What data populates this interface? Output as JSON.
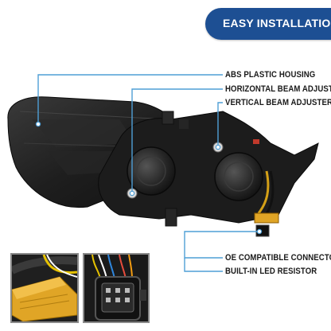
{
  "banner": {
    "title": "EASY INSTALLATION",
    "color": "#1d4f93"
  },
  "callouts": {
    "housing": "ABS PLASTIC HOUSING",
    "horizontal_adjuster": "HORIZONTAL BEAM ADJUSTER",
    "vertical_adjuster": "VERTICAL BEAM ADJUSTER",
    "connector": "OE COMPATIBLE CONNECTOR",
    "resistor": "BUILT-IN LED RESISTOR"
  },
  "colors": {
    "callout_line": "#4f9fd6",
    "callout_dot": "#ffffff",
    "resistor_gold": "#e0a526"
  },
  "icons": {
    "headlight": "headlight-assembly",
    "resistor": "led-resistor",
    "connector": "wire-connector"
  }
}
